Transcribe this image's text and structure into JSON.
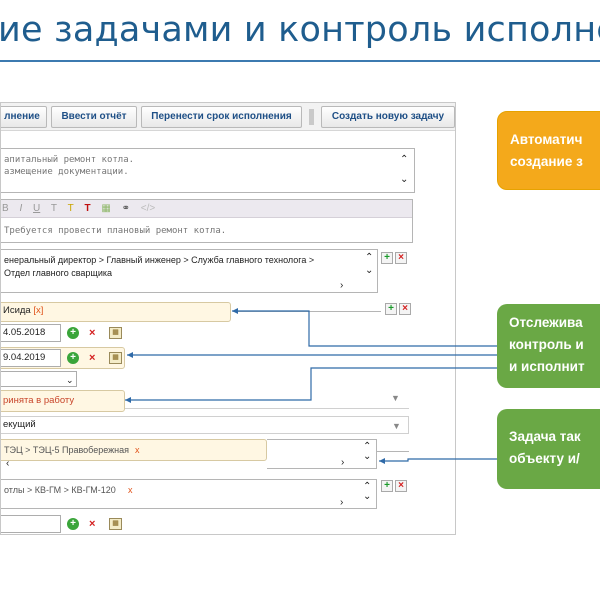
{
  "title": "ие задачами и контроль исполне",
  "toolbar": {
    "buttons": [
      "лнение",
      "Ввести отчёт",
      "Перенести срок исполнения",
      "Создать новую задачу"
    ]
  },
  "task_text": {
    "line1": "апитальный ремонт котла.",
    "line2": "азмещение документации."
  },
  "editor": {
    "tools": [
      "B",
      "I",
      "U",
      "T",
      "T",
      "T",
      "",
      "",
      ""
    ],
    "content": "Требуется провести плановый ремонт котла."
  },
  "route": {
    "line1": "енеральный директор > Главный инженер > Служба главного технолога >",
    "line2": "Отдел главного сварщика"
  },
  "executor": {
    "name": "Исида",
    "remove": "[x]"
  },
  "dates": {
    "start": "4.05.2018",
    "due": "9.04.2019"
  },
  "status": "ринята в работу",
  "kind": "екущий",
  "object": {
    "path": "ТЭЦ > ТЭЦ-5 Правобережная",
    "remove": "x"
  },
  "equipment": {
    "path": "отлы > КВ-ГМ > КВ-ГМ-120",
    "remove": "x"
  },
  "callouts": {
    "auto": [
      "Автоматич",
      "создание з"
    ],
    "track": [
      "Отслежива",
      "контроль и",
      "и исполнит"
    ],
    "bind": [
      "Задача так",
      "объекту и/"
    ]
  },
  "colors": {
    "title": "#1f5d8e",
    "orange": "#f4a91b",
    "green": "#6aa845",
    "connector": "#2f6aa8"
  }
}
